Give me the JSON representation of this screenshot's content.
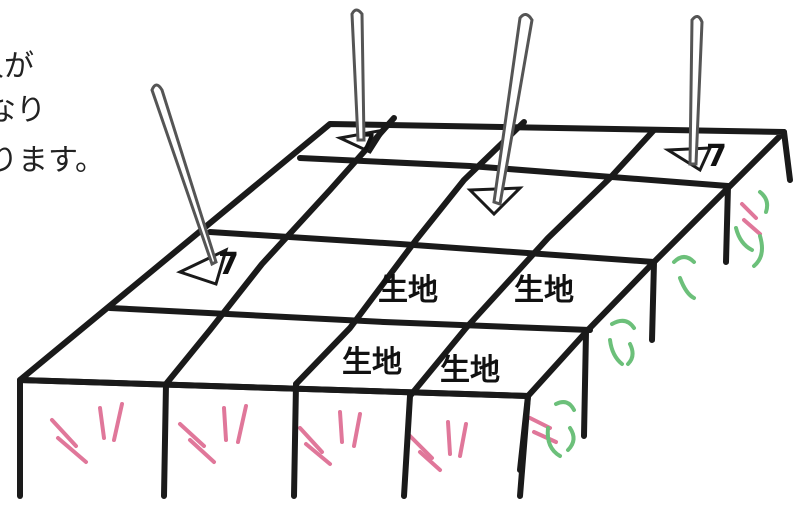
{
  "caption": {
    "lines": [
      "人が",
      "なり",
      "ります。"
    ]
  },
  "cells": [
    {
      "id": "r2c2",
      "text": "生地"
    },
    {
      "id": "r2c3",
      "text": "生地"
    },
    {
      "id": "r3c2",
      "text": "生地"
    },
    {
      "id": "r3c3",
      "text": "生地"
    }
  ],
  "pin_mark": "7",
  "colors": {
    "ink": "#1a1a1a",
    "pin_outline": "#555555",
    "pink_hatch": "#e0779a",
    "green_hatch": "#6cc07a"
  },
  "icons": [
    "pin-icon",
    "pin-icon",
    "pin-icon",
    "pin-icon"
  ]
}
